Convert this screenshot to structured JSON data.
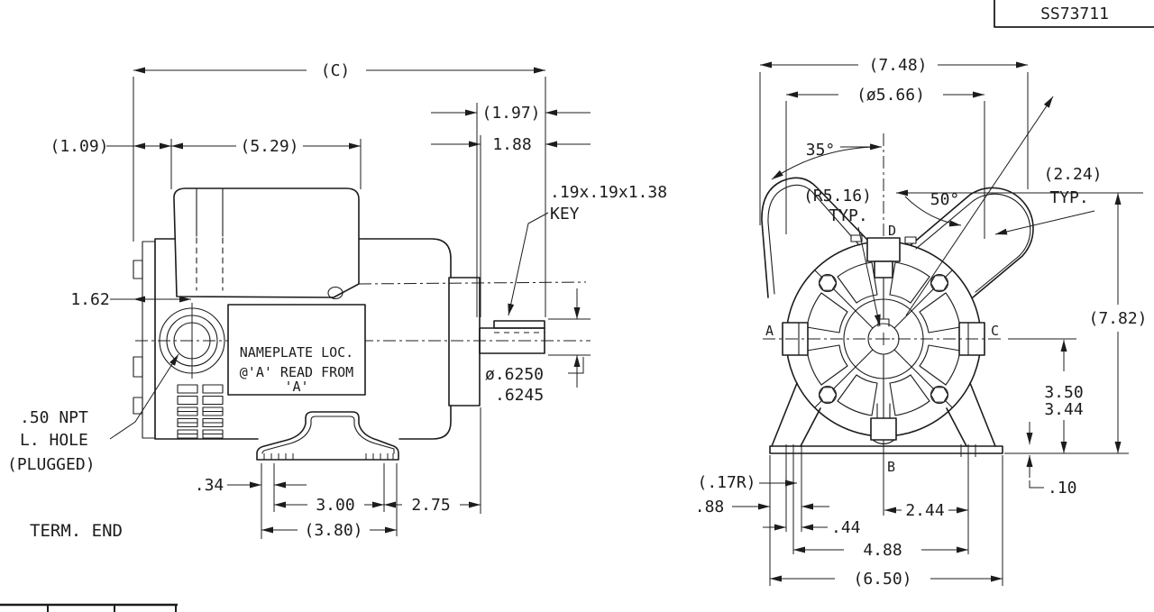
{
  "title_block": {
    "doc_number": "SS73711"
  },
  "side_view": {
    "caption": "TERM. END",
    "dims": {
      "overall_c": "(C)",
      "d1_97": "(1.97)",
      "d1_88": "1.88",
      "d1_09": "(1.09)",
      "d5_29": "(5.29)",
      "d1_62": "1.62",
      "key_size": ".19x.19x1.38",
      "key_word": "KEY",
      "shaft_dia_max": "ø.6250",
      "shaft_dia_min": ".6245",
      "npt1": ".50 NPT",
      "npt2": "L. HOLE",
      "npt3": "(PLUGGED)",
      "d0_34": ".34",
      "d3_00": "3.00",
      "d2_75": "2.75",
      "d3_80": "(3.80)"
    },
    "nameplate": [
      "NAMEPLATE LOC.",
      "@'A' READ FROM",
      "'A'"
    ]
  },
  "end_view": {
    "dims": {
      "d7_48": "(7.48)",
      "dia5_66": "(ø5.66)",
      "ang35": "35°",
      "r5_16": "(R5.16)",
      "typ_a": "TYP.",
      "ang50": "50°",
      "d2_24": "(2.24)",
      "typ_b": "TYP.",
      "d7_82": "(7.82)",
      "d3_50": "3.50",
      "d3_44": "3.44",
      "d0_10": ".10",
      "r0_17": "(.17R)",
      "d0_88": ".88",
      "d0_44": ".44",
      "d2_44": "2.44",
      "d4_88": "4.88",
      "d6_50": "(6.50)"
    },
    "points": {
      "a": "A",
      "b": "B",
      "c": "C",
      "d": "D"
    }
  },
  "colors": {
    "ink": "#1c1c1c",
    "background": "#ffffff"
  }
}
